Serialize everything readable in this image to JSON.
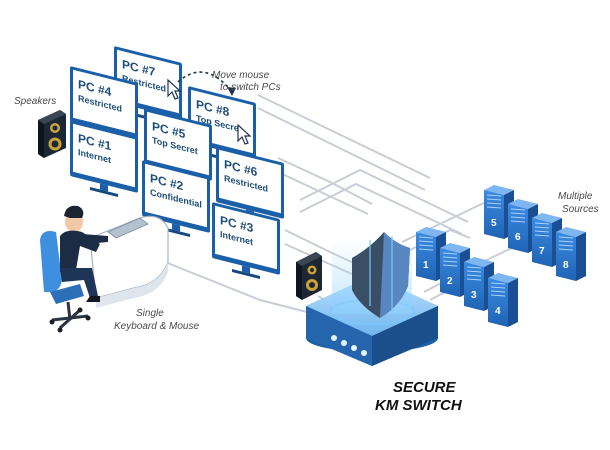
{
  "labels": {
    "speakers": "Speakers",
    "move_mouse_1": "Move mouse",
    "move_mouse_2": "to switch PCs",
    "multiple_sources_1": "Multiple",
    "multiple_sources_2": "Sources",
    "single_kb_1": "Single",
    "single_kb_2": "Keyboard & Mouse",
    "switch_title_1": "SECURE",
    "switch_title_2": "KM SWITCH"
  },
  "monitors": [
    {
      "name": "PC #7",
      "level": "Restricted"
    },
    {
      "name": "PC #4",
      "level": "Restricted"
    },
    {
      "name": "PC #8",
      "level": "Top Secret"
    },
    {
      "name": "PC #1",
      "level": "Internet"
    },
    {
      "name": "PC #5",
      "level": "Top Secret"
    },
    {
      "name": "PC #6",
      "level": "Restricted"
    },
    {
      "name": "PC #2",
      "level": "Confidential"
    },
    {
      "name": "PC #3",
      "level": "Internet"
    }
  ],
  "servers": [
    "1",
    "2",
    "3",
    "4",
    "5",
    "6",
    "7",
    "8"
  ],
  "colors": {
    "monitor_bezel": "#1b5fa8",
    "monitor_screen": "#ffffff",
    "cable": "#c9ced6",
    "server_front": "#2b78d0",
    "server_side": "#1a4f96",
    "shield": "#3a4f66",
    "switch_body": "#2f7ec8"
  }
}
